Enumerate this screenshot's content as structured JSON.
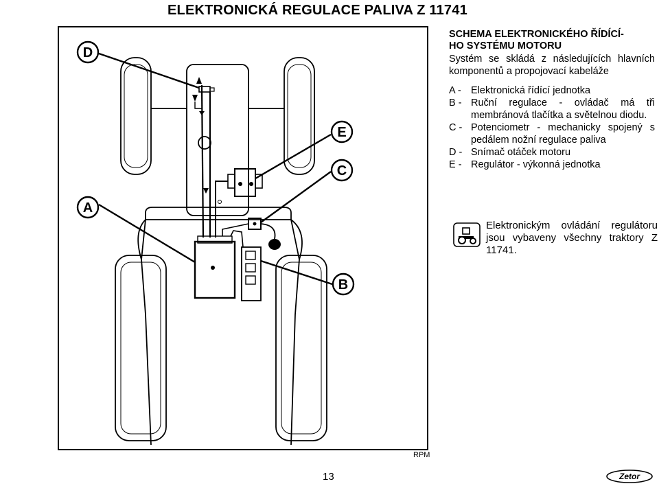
{
  "header": {
    "title": "ELEKTRONICKÁ REGULACE PALIVA Z 11741"
  },
  "diagram": {
    "labels": {
      "d": "D",
      "a": "A",
      "e": "E",
      "c": "C",
      "b": "B"
    }
  },
  "schema": {
    "title_line1": "SCHEMA ELEKTRONICKÉHO ŘÍDÍCÍ-",
    "title_line2": "HO SYSTÉMU MOTORU",
    "intro": "Systém se skládá z následujících hlavních komponentů a propojovací kabeláže"
  },
  "legend": [
    {
      "key": "A -",
      "text": "Elektronická řídící jednotka"
    },
    {
      "key": "B -",
      "text": "Ruční regulace - ovládač má tři membránová tlačítka a světelnou diodu."
    },
    {
      "key": "C -",
      "text": "Potenciometr - mechanicky spojený s pedálem nožní regulace paliva"
    },
    {
      "key": "D -",
      "text": "Snímač otáček motoru"
    },
    {
      "key": "E -",
      "text": "Regulátor - výkonná jednotka"
    }
  ],
  "note": {
    "text": "Elektronickým ovládání regulátoru jsou vybaveny všechny traktory Z 11741."
  },
  "footer": {
    "tag": "RPM",
    "page_number": "13",
    "logo_text": "Zetor"
  }
}
